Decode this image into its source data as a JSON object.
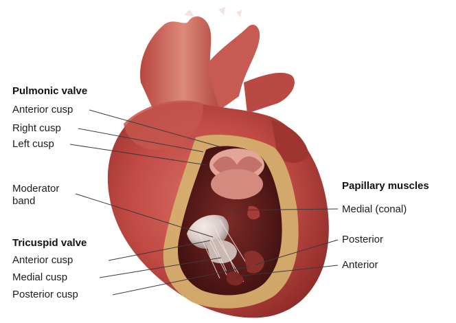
{
  "left_labels": {
    "pulmonic_header": "Pulmonic valve",
    "anterior_cusp": "Anterior cusp",
    "right_cusp": "Right cusp",
    "left_cusp": "Left cusp",
    "moderator_band_line1": "Moderator",
    "moderator_band_line2": "band",
    "tricuspid_header": "Tricuspid valve",
    "tricuspid_anterior": "Anterior cusp",
    "tricuspid_medial": "Medial cusp",
    "tricuspid_posterior": "Posterior cusp"
  },
  "right_labels": {
    "papillary_header": "Papillary muscles",
    "medial_conal": "Medial (conal)",
    "posterior": "Posterior",
    "anterior": "Anterior"
  },
  "colors": {
    "heart_muscle": "#c4504a",
    "heart_dark": "#7a2220",
    "chamber_interior": "#5c1a1a",
    "fat_tissue": "#d9b878",
    "leader_line": "#3a3a3a"
  }
}
